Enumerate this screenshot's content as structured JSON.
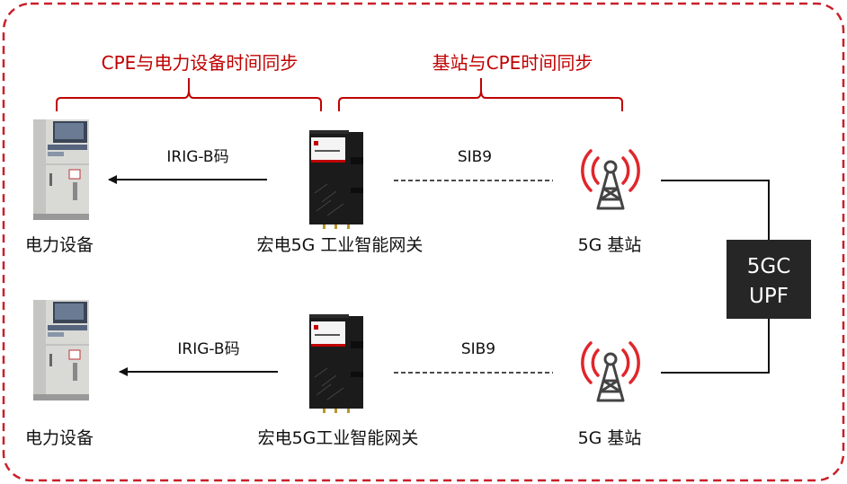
{
  "colors": {
    "frame": "#c8202a",
    "accent_text": "#c00000",
    "antenna": "#e0262c",
    "core_box": "#262626"
  },
  "top_labels": {
    "cpe_power_sync": "CPE与电力设备时间同步",
    "bs_cpe_sync": "基站与CPE时间同步"
  },
  "rows": [
    {
      "device_label": "电力设备",
      "link_label": "IRIG-B码",
      "gateway_label": "宏电5G 工业智能网关",
      "air_label": "SIB9",
      "bs_label": "5G 基站"
    },
    {
      "device_label": "电力设备",
      "link_label": "IRIG-B码",
      "gateway_label": "宏电5G工业智能网关",
      "air_label": "SIB9",
      "bs_label": "5G 基站"
    }
  ],
  "core": {
    "line1": "5GC",
    "line2": "UPF"
  }
}
